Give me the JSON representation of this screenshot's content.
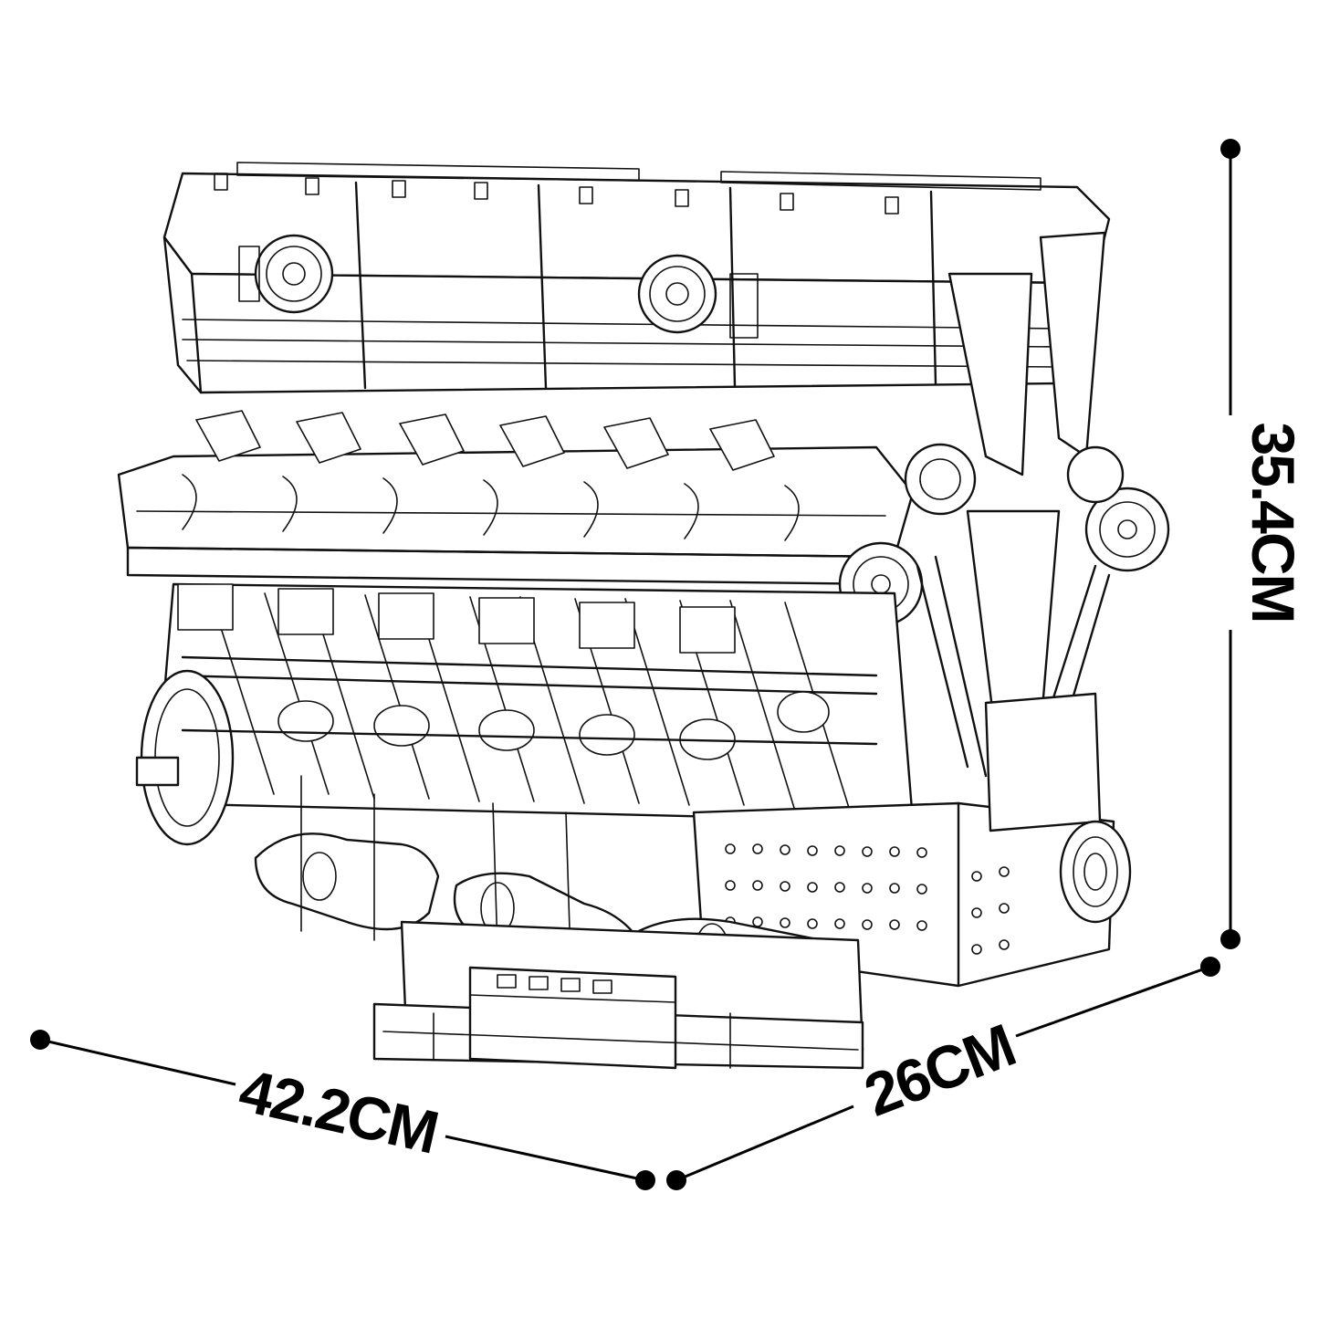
{
  "dimensions": {
    "width": {
      "label": "42.2CM"
    },
    "depth": {
      "label": "26CM"
    },
    "height": {
      "label": "35.4CM"
    }
  },
  "colors": {
    "ink": "#000000",
    "background": "#ffffff"
  }
}
